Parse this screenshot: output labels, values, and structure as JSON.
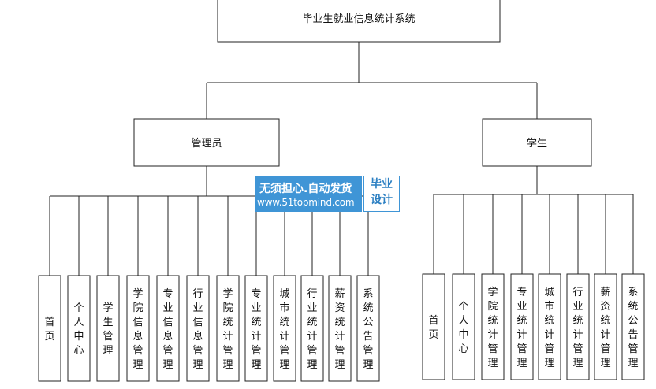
{
  "root": {
    "title": "毕业生就业信息统计系统"
  },
  "admin": {
    "title": "管理员",
    "children": [
      "首页",
      "个人中心",
      "学生管理",
      "学院信息管理",
      "专业信息管理",
      "行业信息管理",
      "学院统计管理",
      "专业统计管理",
      "城市统计管理",
      "行业统计管理",
      "薪资统计管理",
      "系统公告管理"
    ]
  },
  "student": {
    "title": "学生",
    "children": [
      "首页",
      "个人中心",
      "学院统计管理",
      "专业统计管理",
      "城市统计管理",
      "行业统计管理",
      "薪资统计管理",
      "系统公告管理"
    ]
  },
  "watermark": {
    "line1": "无须担心.自动发货",
    "line2": "www.51topmind.com",
    "badge1": "毕业",
    "badge2": "设计"
  }
}
